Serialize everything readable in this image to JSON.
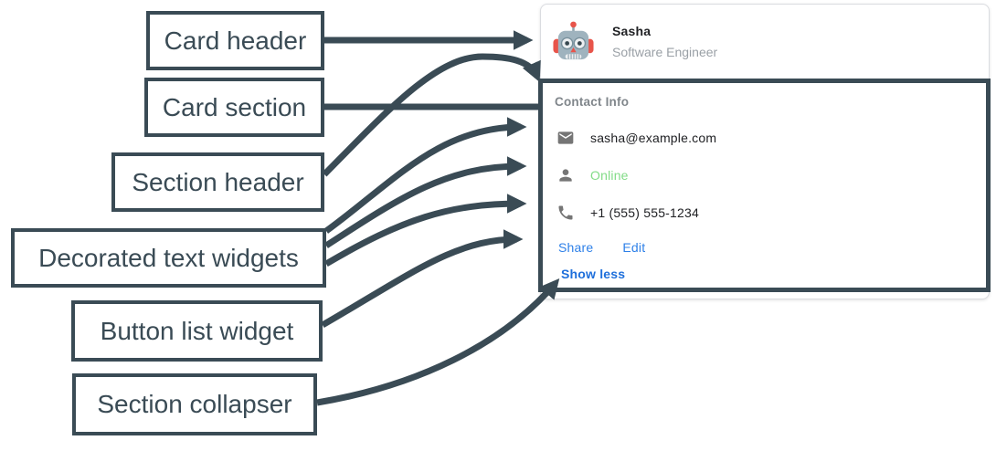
{
  "annotations": {
    "card_header": "Card header",
    "card_section": "Card section",
    "section_header": "Section header",
    "decorated_text": "Decorated text widgets",
    "button_list": "Button list widget",
    "section_collapser": "Section collapser"
  },
  "card": {
    "header": {
      "avatar_icon": "robot-avatar-icon",
      "name": "Sasha",
      "subtitle": "Software Engineer"
    },
    "section": {
      "title": "Contact Info",
      "rows": [
        {
          "icon": "email-icon",
          "text": "sasha@example.com"
        },
        {
          "icon": "person-icon",
          "text": "Online"
        },
        {
          "icon": "phone-icon",
          "text": "+1 (555) 555-1234"
        }
      ],
      "buttons": [
        {
          "label": "Share"
        },
        {
          "label": "Edit"
        }
      ],
      "collapser_label": "Show less"
    }
  },
  "colors": {
    "annotation": "#3a4b55",
    "card_border": "#dadce0",
    "text_primary": "#202124",
    "text_secondary": "#9aa0a6",
    "section_title": "#80868b",
    "icon_gray": "#757575",
    "online_green": "#82dc87",
    "link_blue": "#2e80e8",
    "show_less_blue": "#1e6fdb"
  }
}
